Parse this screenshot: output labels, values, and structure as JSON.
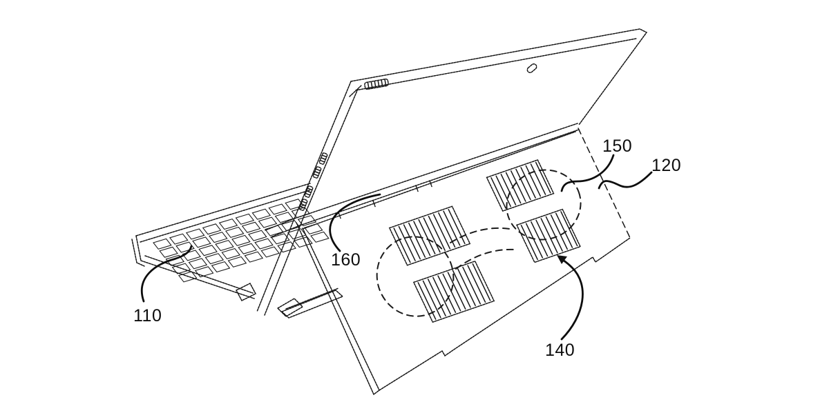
{
  "figure": {
    "background_color": "#ffffff",
    "line_color": "#151515",
    "labels": [
      {
        "text": "110"
      },
      {
        "text": "120"
      },
      {
        "text": "140"
      },
      {
        "text": "150"
      },
      {
        "text": "160"
      }
    ]
  }
}
